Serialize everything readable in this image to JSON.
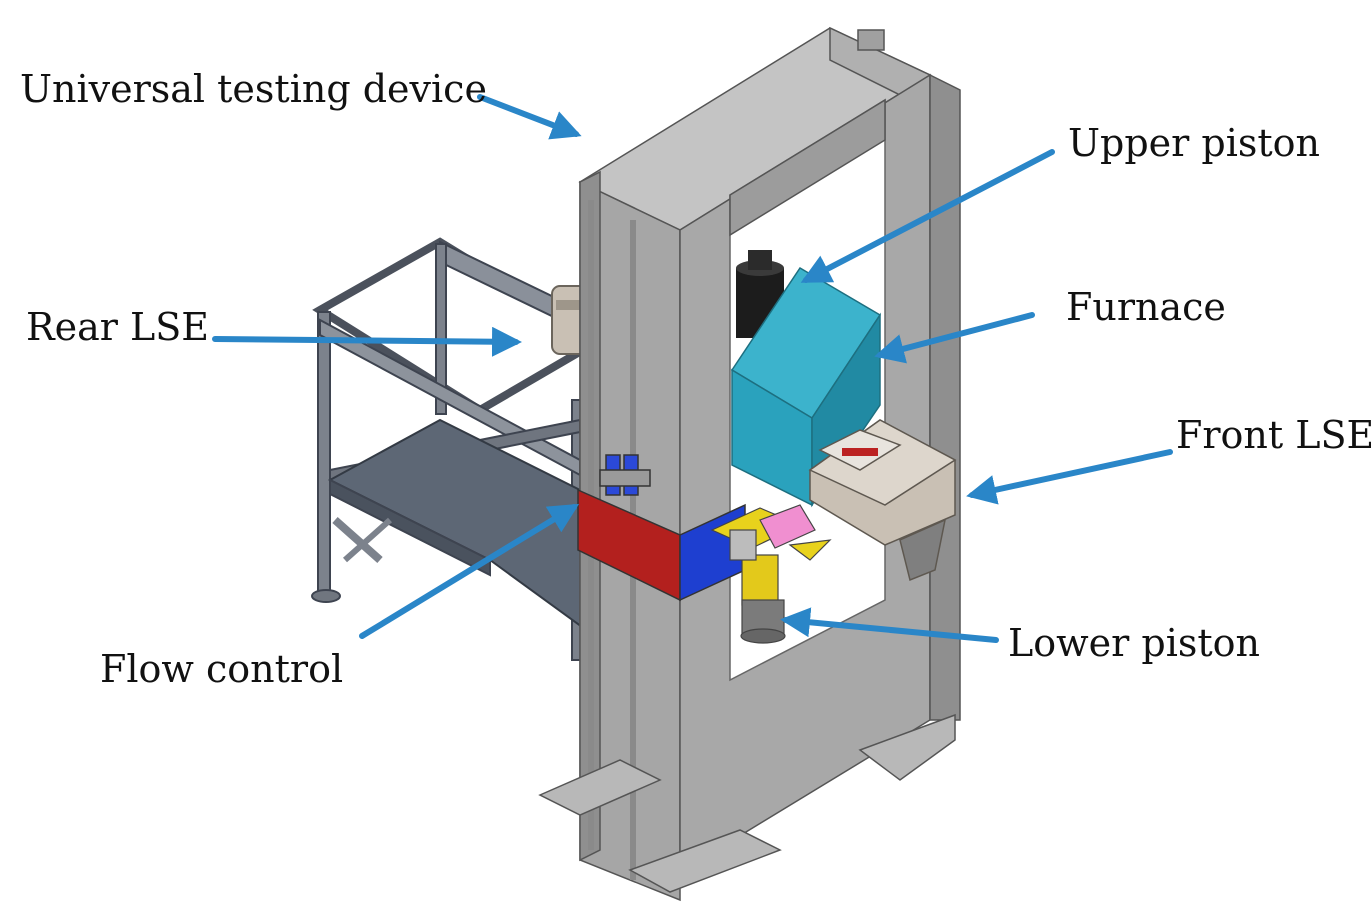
{
  "labels": {
    "universal_testing_device": "Universal testing device",
    "upper_piston": "Upper piston",
    "rear_lse": "Rear LSE",
    "furnace": "Furnace",
    "front_lse": "Front LSE",
    "flow_control": "Flow control",
    "lower_piston": "Lower piston"
  },
  "colors": {
    "arrow": "#2a86c8",
    "frame": "#a6a6a6",
    "frame_dark": "#7f7f7f",
    "frame_light": "#c4c4c4",
    "furnace": "#2aa2bd",
    "flow_red": "#b3201e",
    "flow_blue": "#1e3fd0",
    "yellow": "#e8d21c",
    "pink": "#f08fd0",
    "lse": "#c9c0b4",
    "table_top": "#5d6775"
  }
}
